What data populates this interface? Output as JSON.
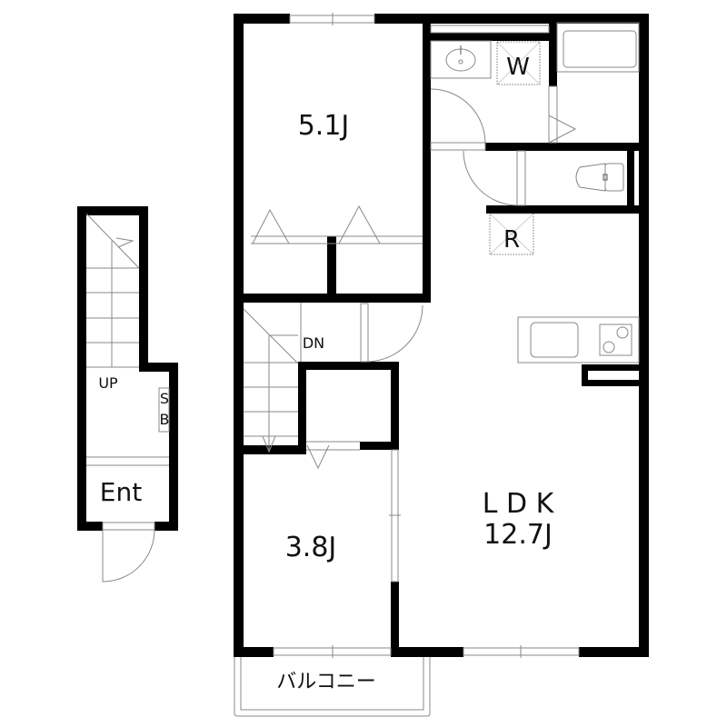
{
  "floor_plan": {
    "rooms": {
      "western_room_1": {
        "label": "5.1J"
      },
      "western_room_2": {
        "label": "3.8J"
      },
      "ldk": {
        "label_line1": "L D K",
        "label_line2": "12.7J"
      },
      "balcony": {
        "label": "バルコニー"
      },
      "entrance": {
        "label": "Ent"
      }
    },
    "markers": {
      "washer": "W",
      "refrigerator": "R",
      "stairs_up": "UP",
      "stairs_down": "DN",
      "shoe_box_s": "S",
      "shoe_box_b": "B"
    },
    "fixtures": [
      "washbasin-icon",
      "bathtub-icon",
      "toilet-icon",
      "kitchen-sink-icon",
      "stove-icon"
    ],
    "colors": {
      "wall": "#000000",
      "line": "#888888",
      "background": "#ffffff"
    }
  }
}
